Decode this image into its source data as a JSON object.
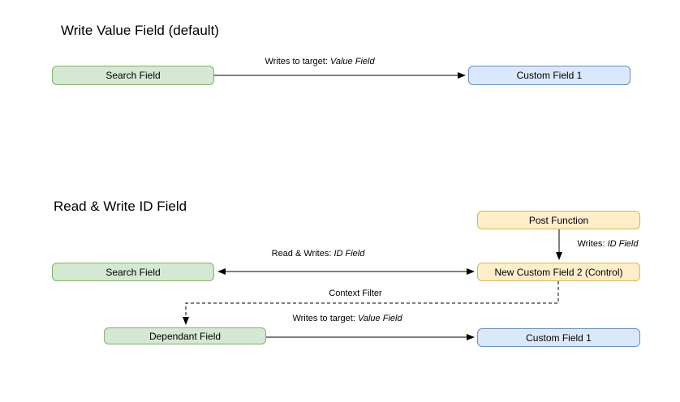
{
  "sections": [
    {
      "title": "Write Value Field (default)"
    },
    {
      "title": "Read & Write ID Field"
    }
  ],
  "nodes": [
    {
      "id": "search-field-top",
      "label": "Search Field",
      "style": "green"
    },
    {
      "id": "custom-field-1-top",
      "label": "Custom Field 1",
      "style": "blue"
    },
    {
      "id": "post-function",
      "label": "Post Function",
      "style": "yellow"
    },
    {
      "id": "search-field-bottom",
      "label": "Search Field",
      "style": "green"
    },
    {
      "id": "new-custom-field-2",
      "label": "New Custom Field 2 (Control)",
      "style": "yellow"
    },
    {
      "id": "dependant-field",
      "label": "Dependant Field",
      "style": "green"
    },
    {
      "id": "custom-field-1-bottom",
      "label": "Custom Field 1",
      "style": "blue"
    }
  ],
  "edge_labels": [
    {
      "prefix": "Writes to target: ",
      "italic": "Value Field"
    },
    {
      "prefix": "Writes: ",
      "italic": "ID Field"
    },
    {
      "prefix": "Read & Writes: ",
      "italic": "ID Field"
    },
    {
      "prefix": "Context Filter",
      "italic": ""
    },
    {
      "prefix": "Writes to target: ",
      "italic": "Value Field"
    }
  ],
  "colors": {
    "green_fill": "#d5e8d4",
    "green_border": "#82b366",
    "blue_fill": "#dae8fc",
    "blue_border": "#6c8ebf",
    "yellow_fill": "#ffeeca",
    "yellow_border": "#d6b656",
    "line": "#000000",
    "background": "#ffffff"
  }
}
